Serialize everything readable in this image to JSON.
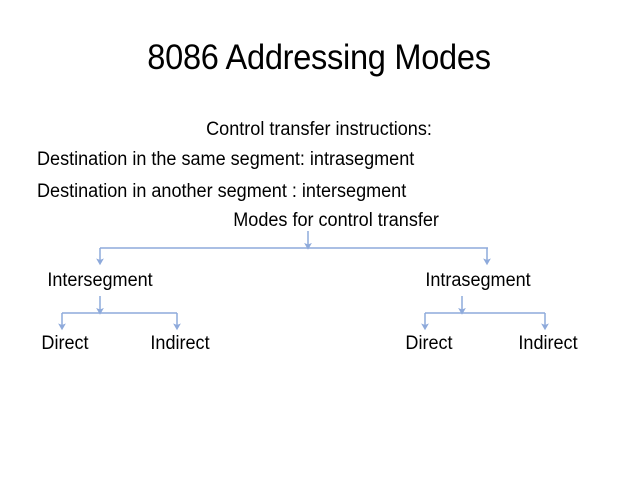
{
  "slide": {
    "title": "8086 Addressing Modes",
    "background_color": "#ffffff",
    "text_color": "#000000",
    "connector_color": "#8eaadb"
  },
  "body": {
    "line_1": "Control transfer instructions:",
    "line_2": "Destination in the same segment: intrasegment",
    "line_3": "Destination in another segment : intersegment",
    "line_4": "Modes for control transfer"
  },
  "tree": {
    "root_label": "Modes for control transfer",
    "branches": [
      {
        "label": "Intersegment",
        "children": [
          {
            "label": "Direct"
          },
          {
            "label": "Indirect"
          }
        ]
      },
      {
        "label": "Intrasegment",
        "children": [
          {
            "label": "Direct"
          },
          {
            "label": "Indirect"
          }
        ]
      }
    ]
  },
  "chart_data": {
    "type": "diagram",
    "title": "Modes for control transfer",
    "nodes": [
      {
        "id": "root",
        "label": "Modes for control transfer",
        "level": 0
      },
      {
        "id": "inter",
        "label": "Intersegment",
        "level": 1,
        "parent": "root"
      },
      {
        "id": "intra",
        "label": "Intrasegment",
        "level": 1,
        "parent": "root"
      },
      {
        "id": "inter-dir",
        "label": "Direct",
        "level": 2,
        "parent": "inter"
      },
      {
        "id": "inter-indir",
        "label": "Indirect",
        "level": 2,
        "parent": "inter"
      },
      {
        "id": "intra-dir",
        "label": "Direct",
        "level": 2,
        "parent": "intra"
      },
      {
        "id": "intra-indir",
        "label": "Indirect",
        "level": 2,
        "parent": "intra"
      }
    ],
    "edges": [
      {
        "from": "root",
        "to": "inter"
      },
      {
        "from": "root",
        "to": "intra"
      },
      {
        "from": "inter",
        "to": "inter-dir"
      },
      {
        "from": "inter",
        "to": "inter-indir"
      },
      {
        "from": "intra",
        "to": "intra-dir"
      },
      {
        "from": "intra",
        "to": "intra-indir"
      }
    ],
    "edge_style": "elbow-arrow",
    "edge_color": "#8eaadb"
  }
}
